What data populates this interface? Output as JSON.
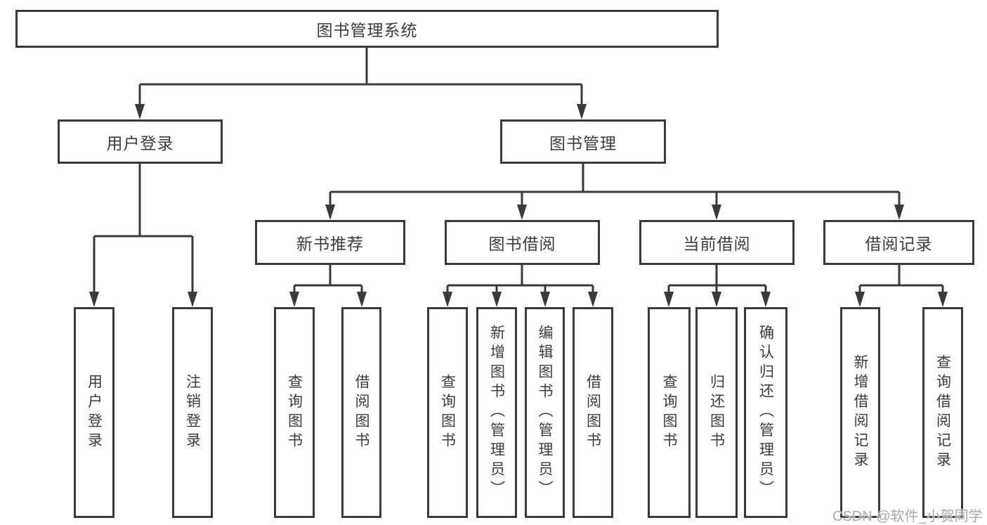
{
  "tree": {
    "root": {
      "label": "图书管理系统"
    },
    "branches": [
      {
        "label": "用户登录",
        "children": [
          {
            "label": "用户登录"
          },
          {
            "label": "注销登录"
          }
        ]
      },
      {
        "label": "图书管理",
        "sections": [
          {
            "label": "新书推荐",
            "children": [
              {
                "label": "查询图书"
              },
              {
                "label": "借阅图书"
              }
            ]
          },
          {
            "label": "图书借阅",
            "children": [
              {
                "label": "查询图书"
              },
              {
                "label": "新增图书（管理员）"
              },
              {
                "label": "编辑图书（管理员）"
              },
              {
                "label": "借阅图书"
              }
            ]
          },
          {
            "label": "当前借阅",
            "children": [
              {
                "label": "查询图书"
              },
              {
                "label": "归还图书"
              },
              {
                "label": "确认归还（管理员）"
              }
            ]
          },
          {
            "label": "借阅记录",
            "children": [
              {
                "label": "新增借阅记录"
              },
              {
                "label": "查询借阅记录"
              }
            ]
          }
        ]
      }
    ]
  },
  "watermark": {
    "text": "CSDN @软件_小贺同学"
  },
  "colors": {
    "line": "#3a3a3a",
    "text": "#3c3c3c",
    "watermark": "#a9a9a9",
    "background": "#ffffff"
  }
}
